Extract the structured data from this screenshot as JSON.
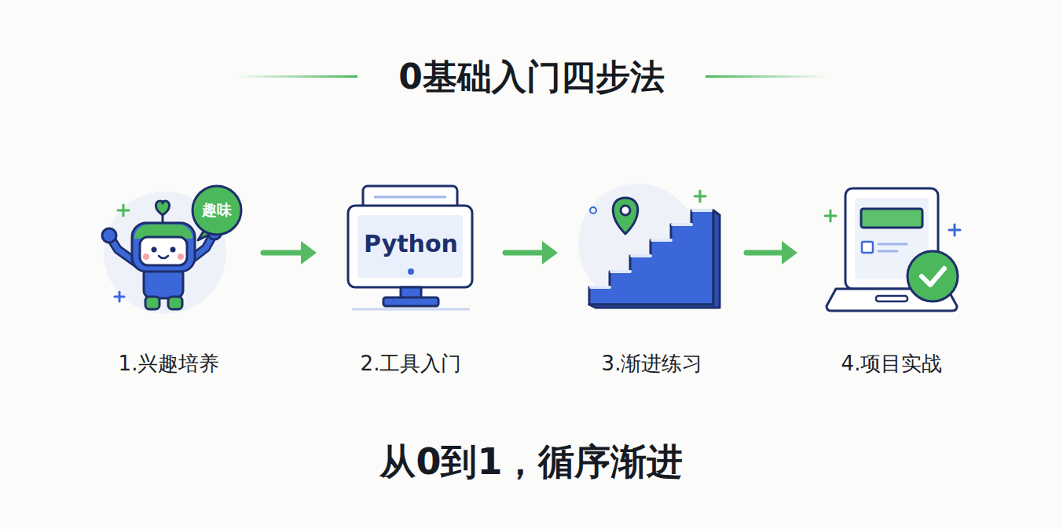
{
  "diagram": {
    "title": "0基础入门四步法",
    "caption": "从0到1，循序渐进",
    "nodes": [
      {
        "text": [
          "1.兴趣培养"
        ]
      },
      {
        "text": [
          "2.工具入门"
        ]
      },
      {
        "text": [
          "3.渐进练习"
        ]
      },
      {
        "text": [
          "4.项目实战"
        ]
      }
    ],
    "edges": [
      {
        "from": 0,
        "to": 1,
        "arrow": "to"
      },
      {
        "from": 1,
        "to": 2,
        "arrow": "to"
      },
      {
        "from": 2,
        "to": 3,
        "arrow": "to"
      }
    ],
    "labels": [
      "趣味",
      "Python"
    ]
  }
}
